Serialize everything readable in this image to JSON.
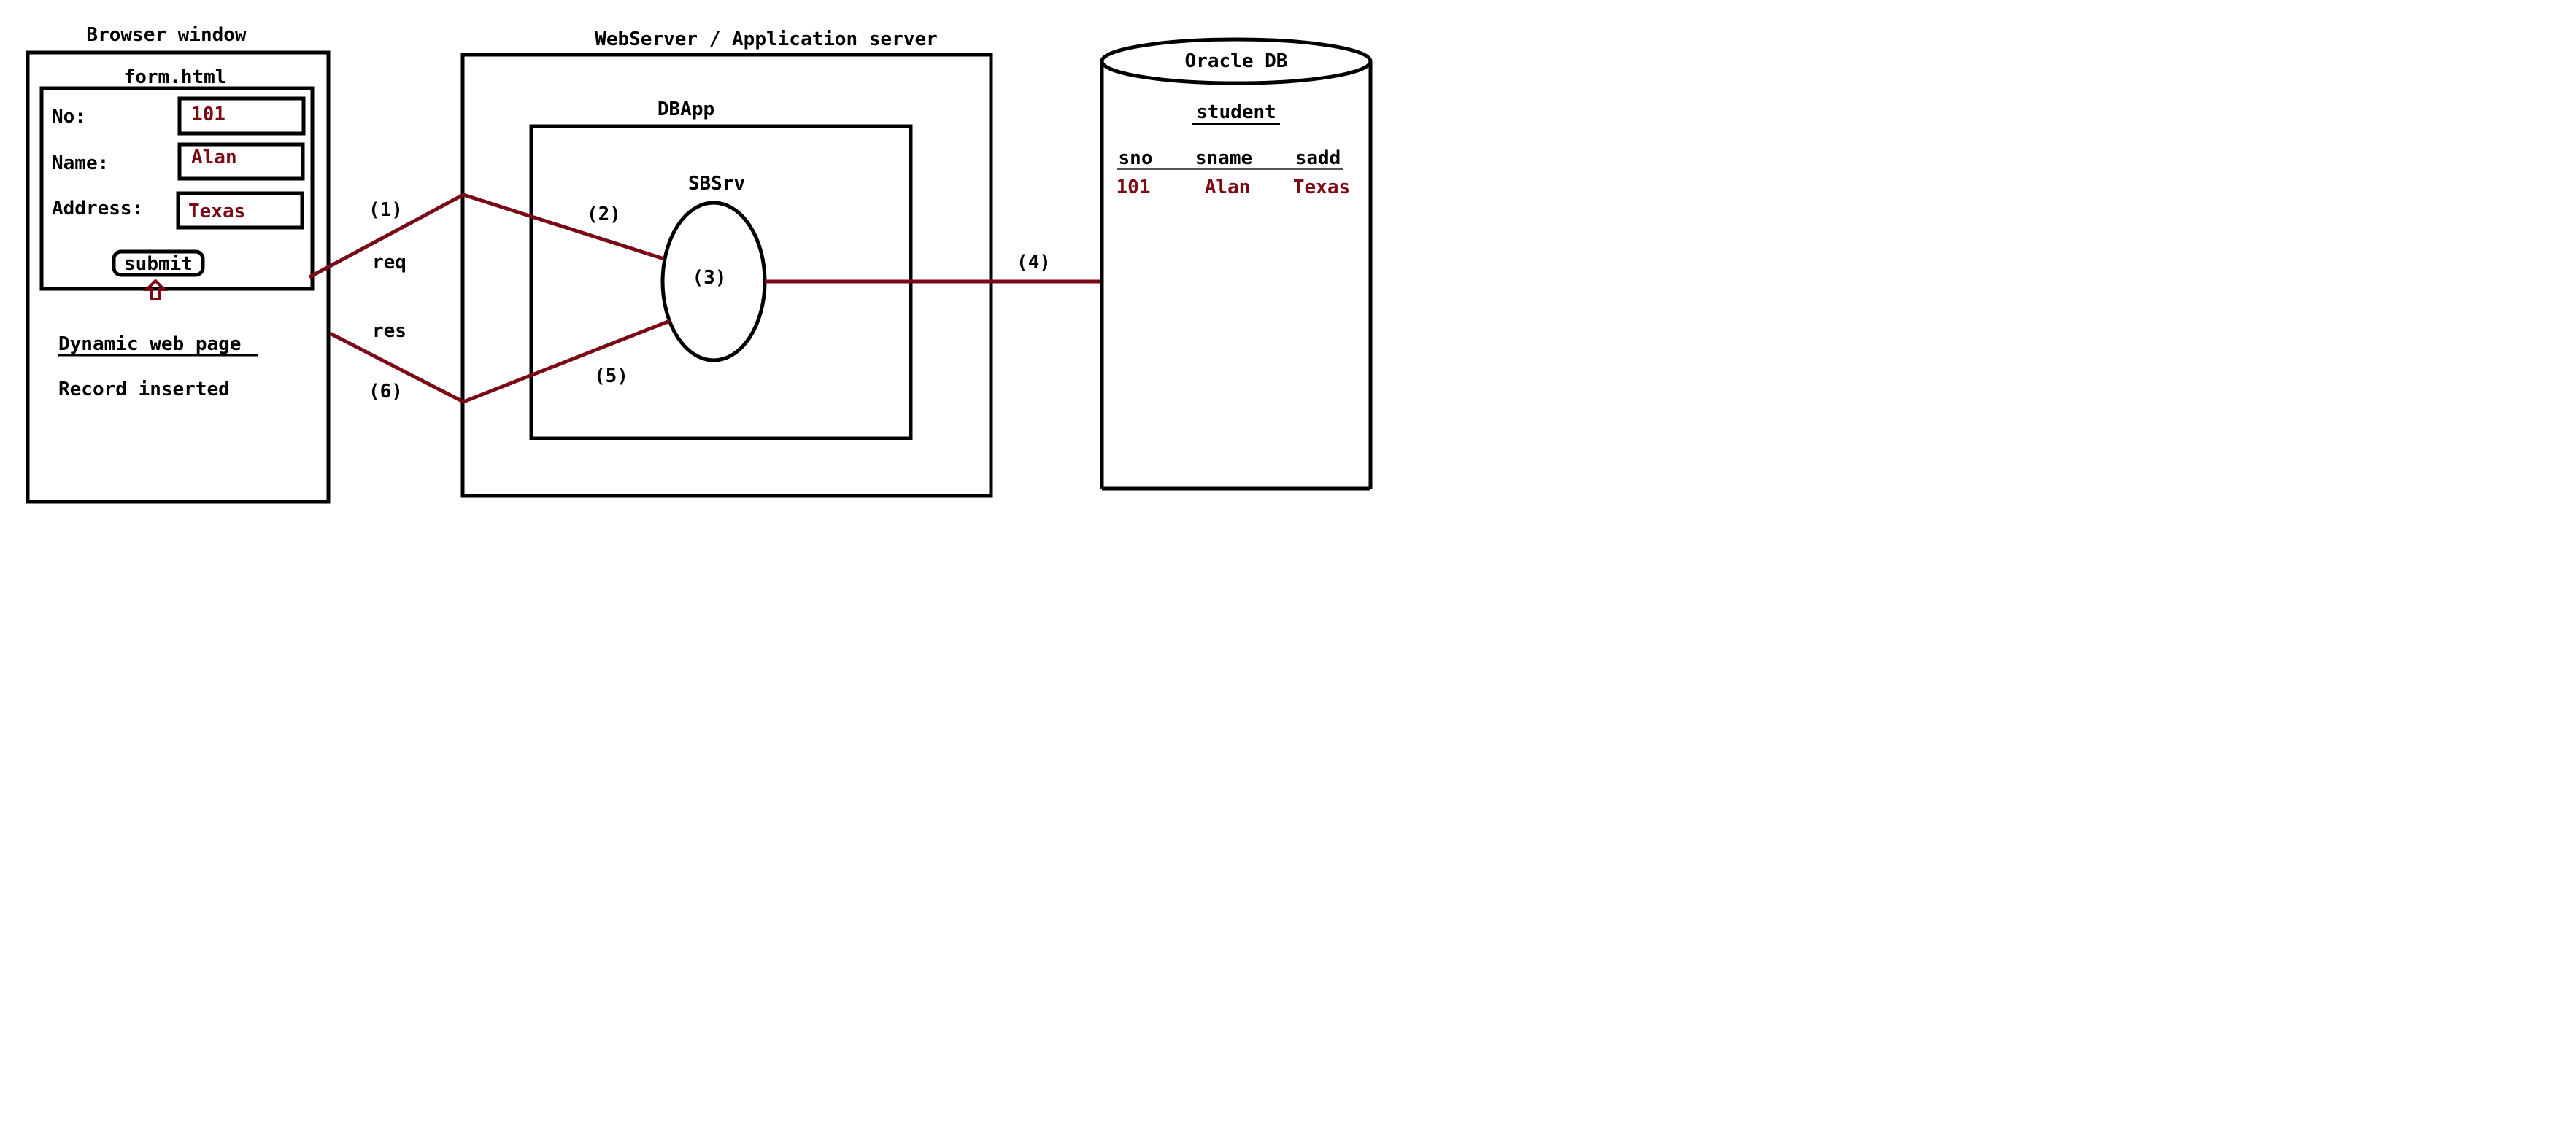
{
  "browser": {
    "window_title": "Browser window",
    "form_title": "form.html",
    "fields": [
      {
        "label": "No:",
        "value": "101"
      },
      {
        "label": "Name:",
        "value": "Alan"
      },
      {
        "label": "Address:",
        "value": "Texas"
      }
    ],
    "submit_label": "submit",
    "dynamic_page_title": "Dynamic web page",
    "dynamic_page_text": "Record inserted"
  },
  "server": {
    "title": "WebServer / Application server",
    "app_title": "DBApp",
    "servlet_label": "SBSrv",
    "servlet_step": "(3)"
  },
  "arrows": {
    "step1": "(1)",
    "req": "req",
    "step2": "(2)",
    "step4": "(4)",
    "step5": "(5)",
    "res": "res",
    "step6": "(6)"
  },
  "database": {
    "title": "Oracle DB",
    "table_name": "student",
    "columns": [
      "sno",
      "sname",
      "sadd"
    ],
    "rows": [
      [
        "101",
        "Alan",
        "Texas"
      ]
    ]
  },
  "colors": {
    "line": "#000000",
    "accent": "#7a0a16"
  },
  "icons": {
    "submit_pointer": "up-arrow-icon"
  }
}
